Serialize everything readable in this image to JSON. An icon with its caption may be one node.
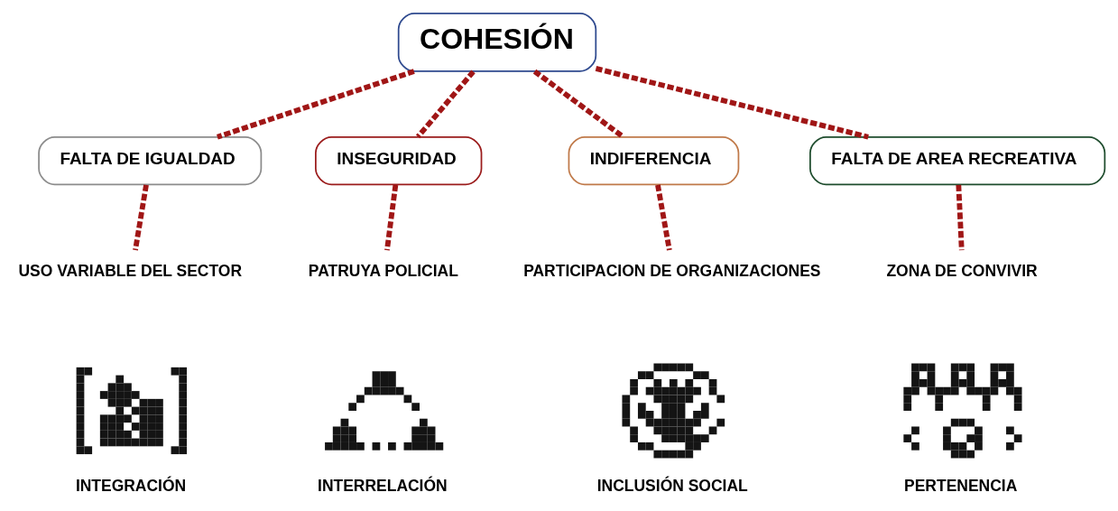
{
  "diagram": {
    "nodes": [
      {
        "text": [
          "COHESIÓN"
        ]
      },
      {
        "text": [
          "FALTA DE IGUALDAD"
        ]
      },
      {
        "text": [
          "INSEGURIDAD"
        ]
      },
      {
        "text": [
          "INDIFERENCIA"
        ]
      },
      {
        "text": [
          "FALTA DE AREA RECREATIVA"
        ]
      },
      {
        "text": [
          "USO VARIABLE DEL SECTOR"
        ]
      },
      {
        "text": [
          "PATRUYA POLICIAL"
        ]
      },
      {
        "text": [
          "PARTICIPACION DE ORGANIZACIONES"
        ]
      },
      {
        "text": [
          "ZONA DE CONVIVIR"
        ]
      },
      {
        "text": [],
        "shape": "picture",
        "beside": [
          "INTEGRACIÓN"
        ]
      },
      {
        "text": [],
        "shape": "picture",
        "beside": [
          "INTERRELACIÓN"
        ]
      },
      {
        "text": [],
        "shape": "picture",
        "beside": [
          "INCLUSIÓN SOCIAL"
        ]
      },
      {
        "text": [],
        "shape": "picture",
        "beside": [
          "PERTENENCIA"
        ]
      }
    ],
    "edges": [
      {
        "from": 0,
        "to": 1,
        "arrow": "none",
        "style": "dashed"
      },
      {
        "from": 0,
        "to": 2,
        "arrow": "none",
        "style": "dashed"
      },
      {
        "from": 0,
        "to": 3,
        "arrow": "none",
        "style": "dashed"
      },
      {
        "from": 0,
        "to": 4,
        "arrow": "none",
        "style": "dashed"
      },
      {
        "from": 1,
        "to": 5,
        "arrow": "none",
        "style": "dashed"
      },
      {
        "from": 2,
        "to": 6,
        "arrow": "none",
        "style": "dashed"
      },
      {
        "from": 3,
        "to": 7,
        "arrow": "none",
        "style": "dashed"
      },
      {
        "from": 4,
        "to": 8,
        "arrow": "none",
        "style": "dashed"
      }
    ]
  }
}
